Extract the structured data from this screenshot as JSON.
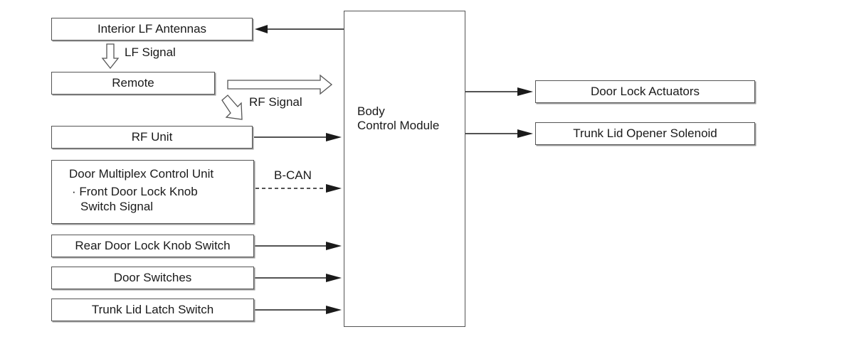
{
  "inputs": {
    "interior_lf_antennas": "Interior LF Antennas",
    "remote": "Remote",
    "rf_unit": "RF Unit",
    "door_multiplex": {
      "title": "Door Multiplex Control Unit",
      "item": "· Front Door Lock Knob Switch Signal"
    },
    "rear_door_lock_knob_switch": "Rear Door Lock Knob Switch",
    "door_switches": "Door Switches",
    "trunk_lid_latch_switch": "Trunk Lid Latch Switch"
  },
  "signals": {
    "lf": "LF Signal",
    "rf": "RF Signal",
    "bcan": "B-CAN"
  },
  "bcm": {
    "label": "Body\nControl Module"
  },
  "outputs": {
    "door_lock_actuators": "Door Lock Actuators",
    "trunk_lid_opener_solenoid": "Trunk Lid Opener Solenoid"
  },
  "colors": {
    "line": "#1a1a1a",
    "box_border": "#555555",
    "shadow": "#9a9a9a"
  }
}
